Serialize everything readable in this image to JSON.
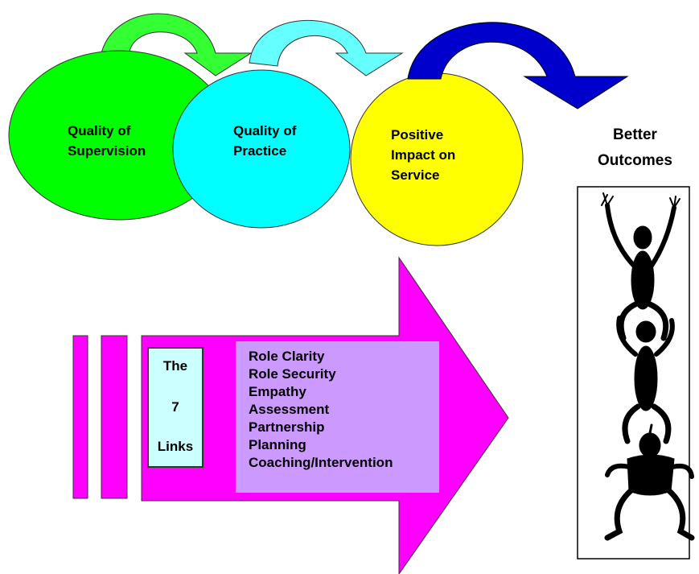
{
  "colors": {
    "circle_supervision": "#00ff00",
    "circle_practice": "#00ffff",
    "circle_service": "#ffff00",
    "arrow_green": "#33ff33",
    "arrow_cyan": "#66ffff",
    "arrow_blue": "#0000cc",
    "big_arrow": "#ff00ff",
    "links_box": "#ccffff",
    "list_box": "#cc99ff"
  },
  "circles": [
    {
      "id": "supervision",
      "lines": [
        "Quality of",
        "Supervision"
      ]
    },
    {
      "id": "practice",
      "lines": [
        "Quality of",
        "Practice"
      ]
    },
    {
      "id": "service",
      "lines": [
        "Positive",
        "Impact on",
        "Service"
      ]
    }
  ],
  "outcome": {
    "lines": [
      "Better",
      "Outcomes"
    ]
  },
  "links": {
    "words": [
      "The",
      "7",
      "Links"
    ]
  },
  "link_items": [
    "Role Clarity",
    "Role Security",
    "Empathy",
    "Assessment",
    "Partnership",
    "Planning",
    "Coaching/Intervention"
  ],
  "icons": {
    "figure": "stacked-people-illustration"
  }
}
